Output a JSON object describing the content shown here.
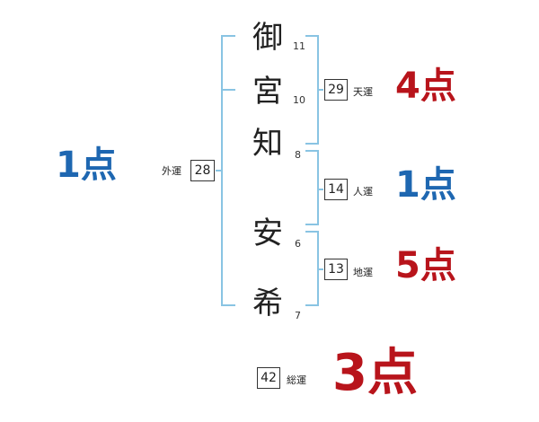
{
  "name": {
    "chars": [
      {
        "char": "御",
        "strokes": "11"
      },
      {
        "char": "宮",
        "strokes": "10"
      },
      {
        "char": "知",
        "strokes": "8"
      },
      {
        "char": "安",
        "strokes": "6"
      },
      {
        "char": "希",
        "strokes": "7"
      }
    ]
  },
  "fortunes": {
    "gaiun": {
      "label": "外運",
      "value": "28",
      "score": "1点"
    },
    "tenun": {
      "label": "天運",
      "value": "29",
      "score": "4点"
    },
    "jinun": {
      "label": "人運",
      "value": "14",
      "score": "1点"
    },
    "chiun": {
      "label": "地運",
      "value": "13",
      "score": "5点"
    },
    "souun": {
      "label": "総運",
      "value": "42",
      "score": "3点"
    }
  },
  "colors": {
    "bracket": "#89c4e3",
    "score_blue": "#1e67b1",
    "score_red": "#b8141b"
  }
}
